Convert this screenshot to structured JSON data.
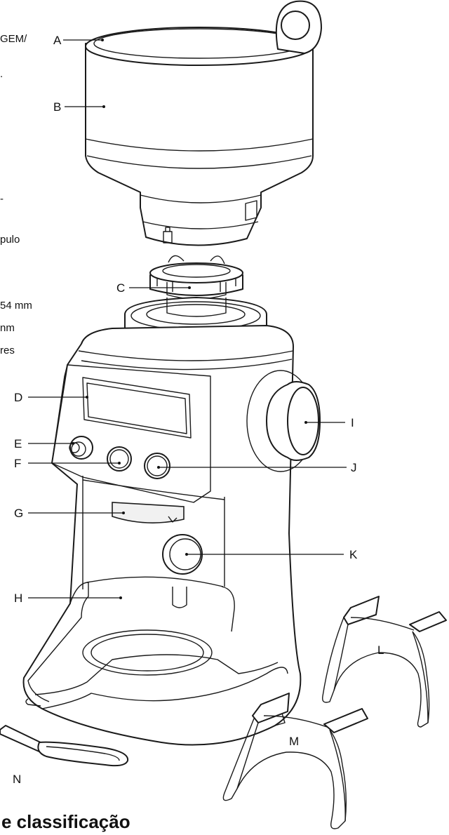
{
  "side_text": [
    "GEM/",
    ".",
    "-",
    "pulo",
    "54 mm",
    "nm",
    "res"
  ],
  "labels": {
    "A": "A",
    "B": "B",
    "C": "C",
    "D": "D",
    "E": "E",
    "F": "F",
    "G": "G",
    "H": "H",
    "I": "I",
    "J": "J",
    "K": "K",
    "L": "L",
    "M": "M",
    "N": "N"
  },
  "section_title": "e classificação"
}
